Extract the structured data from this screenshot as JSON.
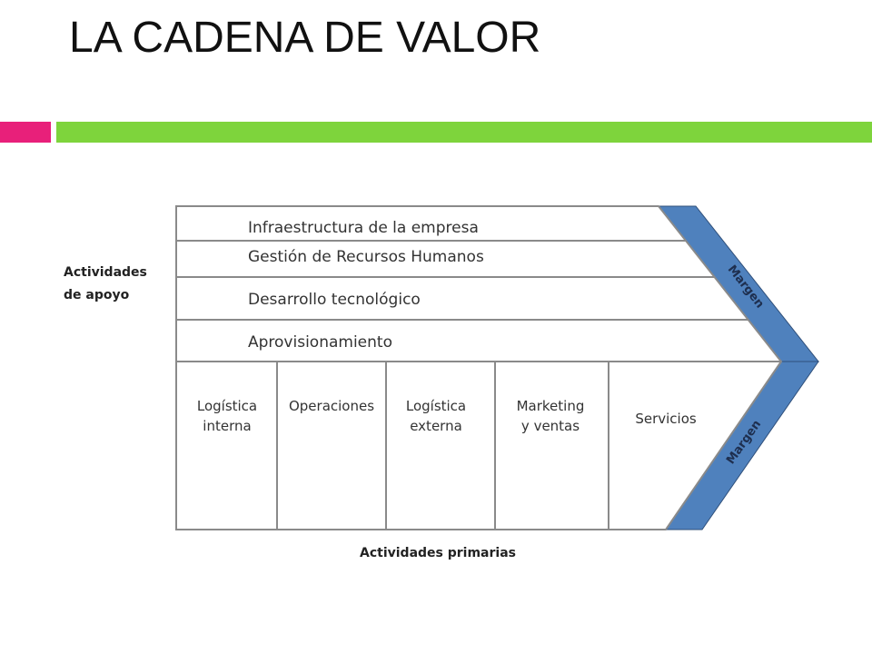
{
  "slide": {
    "title": "LA CADENA DE VALOR",
    "accent_colors": {
      "left_bar": "#e8207a",
      "right_bar": "#7ed43c",
      "margin_band": "#4f81bd"
    }
  },
  "diagram": {
    "support_label_lines": [
      "Actividades",
      "de apoyo"
    ],
    "support_activities": [
      "Infraestructura de la empresa",
      "Gestión de Recursos Humanos",
      "Desarrollo tecnológico",
      "Aprovisionamiento"
    ],
    "primary_activities": [
      {
        "lines": [
          "Logística",
          "interna"
        ]
      },
      {
        "lines": [
          "Operaciones"
        ]
      },
      {
        "lines": [
          "Logística",
          "externa"
        ]
      },
      {
        "lines": [
          "Marketing",
          "y ventas"
        ]
      },
      {
        "lines": [
          "Servicios"
        ]
      }
    ],
    "margin_label_top": "Margen",
    "margin_label_bottom": "Margen",
    "primary_label": "Actividades primarias"
  }
}
